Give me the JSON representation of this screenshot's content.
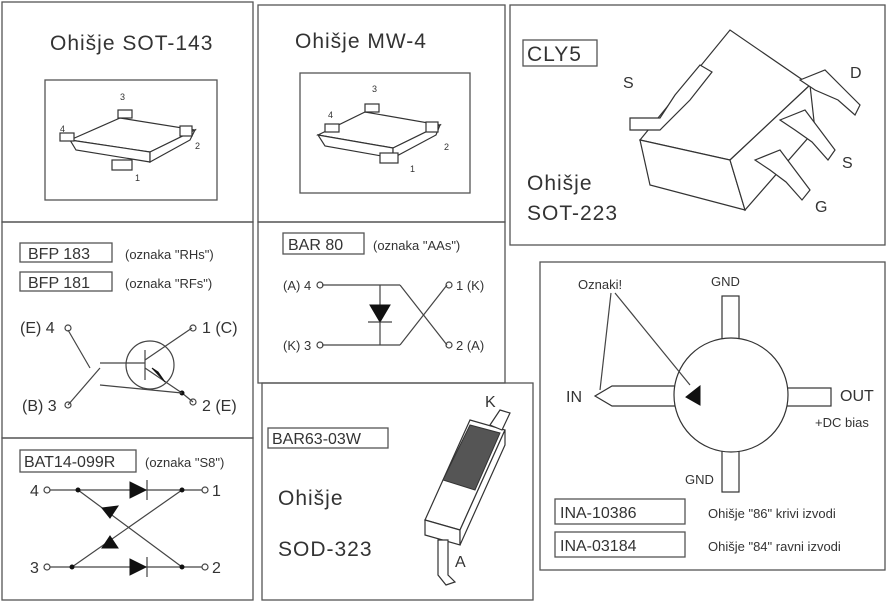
{
  "sot143": {
    "title": "Ohišje SOT-143",
    "pins": [
      "1",
      "2",
      "3",
      "4"
    ]
  },
  "mw4": {
    "title": "Ohišje MW-4",
    "pins": [
      "1",
      "2",
      "3",
      "4"
    ]
  },
  "cly5": {
    "part": "CLY5",
    "package_line1": "Ohišje",
    "package_line2": "SOT-223",
    "pins": {
      "s": "S",
      "d": "D",
      "s2": "S",
      "g": "G"
    }
  },
  "bfp": {
    "part1": "BFP 183",
    "mark1": "(oznaka \"RHs\")",
    "part2": "BFP 181",
    "mark2": "(oznaka \"RFs\")",
    "pins": {
      "e4": "(E) 4",
      "b3": "(B) 3",
      "c1": "1 (C)",
      "e2": "2 (E)"
    }
  },
  "bar80": {
    "part": "BAR 80",
    "mark": "(oznaka \"AAs\")",
    "pins": {
      "a4": "(A) 4",
      "k3": "(K) 3",
      "k1": "1 (K)",
      "a2": "2 (A)"
    }
  },
  "bat14": {
    "part": "BAT14-099R",
    "mark": "(oznaka \"S8\")",
    "pins": {
      "p4": "4",
      "p3": "3",
      "p1": "1",
      "p2": "2"
    }
  },
  "bar63": {
    "part": "BAR63-03W",
    "package_line1": "Ohišje",
    "package_line2": "SOD-323",
    "pins": {
      "k": "K",
      "a": "A"
    }
  },
  "ina": {
    "callout": "Oznaki!",
    "gnd_top": "GND",
    "gnd_bottom": "GND",
    "in": "IN",
    "out": "OUT",
    "bias": "+DC bias",
    "rows": [
      {
        "part": "INA-10386",
        "desc": "Ohišje \"86\" krivi izvodi"
      },
      {
        "part": "INA-03184",
        "desc": "Ohišje \"84\" ravni izvodi"
      }
    ]
  }
}
